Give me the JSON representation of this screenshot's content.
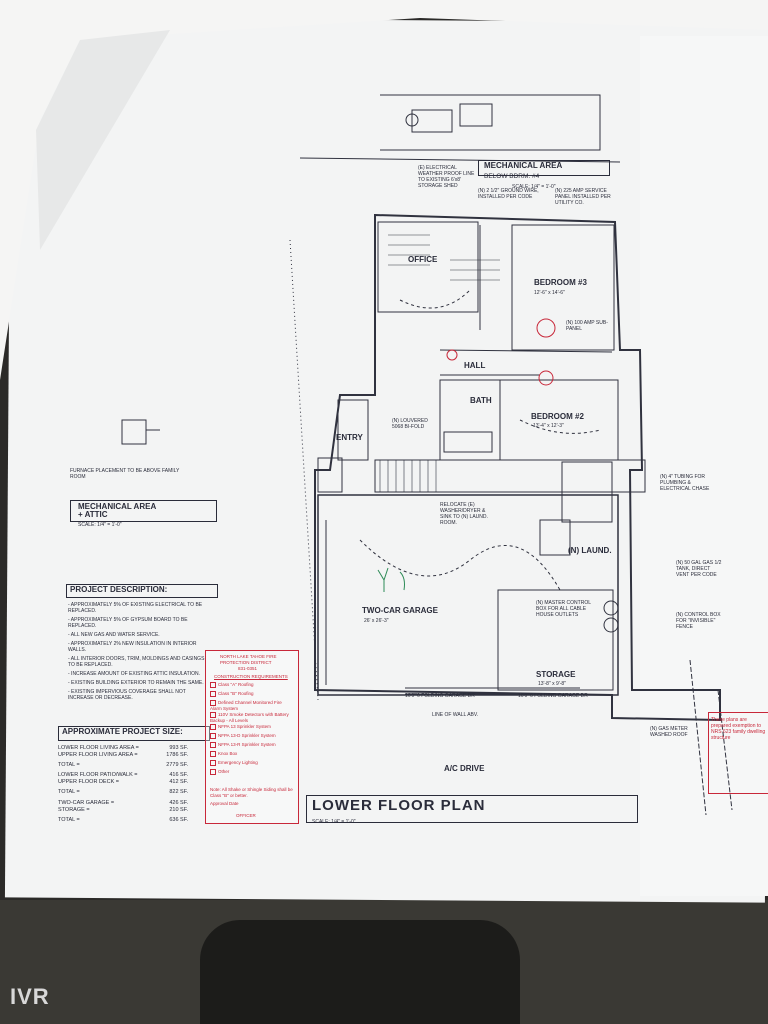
{
  "watermark": "IVR",
  "plan_title": "LOWER FLOOR PLAN",
  "plan_scale": "SCALE: 1/4\" = 1'-0\"",
  "drive_label": "A/C DRIVE",
  "rooms": {
    "office": "OFFICE",
    "bedroom3": "BEDROOM #3",
    "bedroom3_size": "12'-6\" x 14'-6\"",
    "hall": "HALL",
    "bath": "BATH",
    "bedroom2": "BEDROOM #2",
    "bedroom2_size": "13'-4\" x 12'-3\"",
    "entry": "ENTRY",
    "laundry": "(N) LAUND.",
    "garage": "TWO-CAR GARAGE",
    "garage_size": "26' x 26'-3\"",
    "storage": "STORAGE",
    "storage_size": "13'-8\" x 9'-8\"",
    "garage_door1": "16'0\"'6 FOLDING GARAGE DR",
    "garage_door2": "16'0\"'6 FOLDING GARAGE DR",
    "line_of_wall": "LINE OF WALL ABV."
  },
  "mechanical_below": {
    "title": "MECHANICAL AREA",
    "subtitle": "BELOW BDRM. #4",
    "scale": "SCALE: 1/4\" = 1'-0\""
  },
  "mechanical_attic": {
    "title": "MECHANICAL AREA",
    "subtitle": "+ ATTIC",
    "scale": "SCALE: 1/4\" = 1'-0\""
  },
  "furnace_note": "FURNACE PLACEMENT TO BE ABOVE FAMILY ROOM",
  "project_description": {
    "title": "PROJECT DESCRIPTION:",
    "items": [
      "- APPROXIMATELY 5% OF EXISTING ELECTRICAL TO BE REPLACED.",
      "- APPROXIMATELY 5% OF GYPSUM BOARD TO BE REPLACED.",
      "- ALL NEW GAS AND WATER SERVICE.",
      "- APPROXIMATELY 2% NEW INSULATION IN INTERIOR WALLS.",
      "- ALL INTERIOR DOORS, TRIM, MOLDINGS AND CASINGS TO BE REPLACED.",
      "- INCREASE AMOUNT OF EXISTING ATTIC INSULATION.",
      "- EXISTING BUILDING EXTERIOR TO REMAIN THE SAME.",
      "- EXISTING IMPERVIOUS COVERAGE SHALL NOT INCREASE OR DECREASE."
    ]
  },
  "project_size": {
    "title": "APPROXIMATE PROJECT SIZE:",
    "rows": [
      {
        "label": "LOWER FLOOR LIVING AREA =",
        "value": "993 SF."
      },
      {
        "label": "UPPER FLOOR LIVING AREA =",
        "value": "1786 SF."
      },
      {
        "label": "TOTAL =",
        "value": "2779 SF."
      },
      {
        "label": "LOWER FLOOR PATIO/WALK =",
        "value": "416 SF."
      },
      {
        "label": "UPPER FLOOR DECK =",
        "value": "412 SF."
      },
      {
        "label": "TOTAL =",
        "value": "822 SF."
      },
      {
        "label": "TWO-CAR GARAGE =",
        "value": "426 SF."
      },
      {
        "label": "STORAGE =",
        "value": "210 SF."
      },
      {
        "label": "TOTAL =",
        "value": "636 SF."
      }
    ]
  },
  "fire_stamp": {
    "header1": "NORTH LAKE TAHOE FIRE",
    "header2": "PROTECTION DISTRICT",
    "phone": "831-0351",
    "title": "CONSTRUCTION REQUIREMENTS",
    "items": [
      "Class \"A\" Roofing",
      "Class \"B\" Roofing",
      "Defined Channel Monitored Fire Alarm System",
      "110V Smoke Detectors with Battery Backup - All Levels",
      "NFPA 13 Sprinkler System",
      "NFPA 13-D Sprinkler System",
      "NFPA 13-R Sprinkler System",
      "Knox Box",
      "Emergency Lighting",
      "Other"
    ],
    "note": "Note: All Shake or Shingle Siding shall be Class \"B\" or better.",
    "approval": "Approval Date",
    "officer": "OFFICER"
  },
  "notes": [
    "(E) ELECTRICAL WEATHER PROOF LINE TO EXISTING 6'x8' STORAGE SHED",
    "(N) 2 1/2\" GROUND WIRE, INSTALLED PER CODE",
    "(N) 225 AMP SERVICE PANEL INSTALLED PER UTILITY CO.",
    "(N) 100 AMP SUB-PANEL",
    "(N) GAS METER WASHED ROOF",
    "(N) 4\" TUBING FOR PLUMBING & ELECTRICAL CHASE",
    "(N) 50 GAL GAS 1/2 TANK, DIRECT VENT PER CODE",
    "(N) CONTROL BOX FOR \"INVISIBLE\" FENCE",
    "(N) MASTER CONTROL BOX FOR ALL CABLE HOUSE OUTLETS",
    "(N) LOUVERED 5068 BI-FOLD",
    "RELOCATE (E) WASHER/DRYER & SINK TO (N) LAUND. ROOM."
  ],
  "qw_stamp": "These plans are prepared exemption to NRS 623 family dwelling structure"
}
